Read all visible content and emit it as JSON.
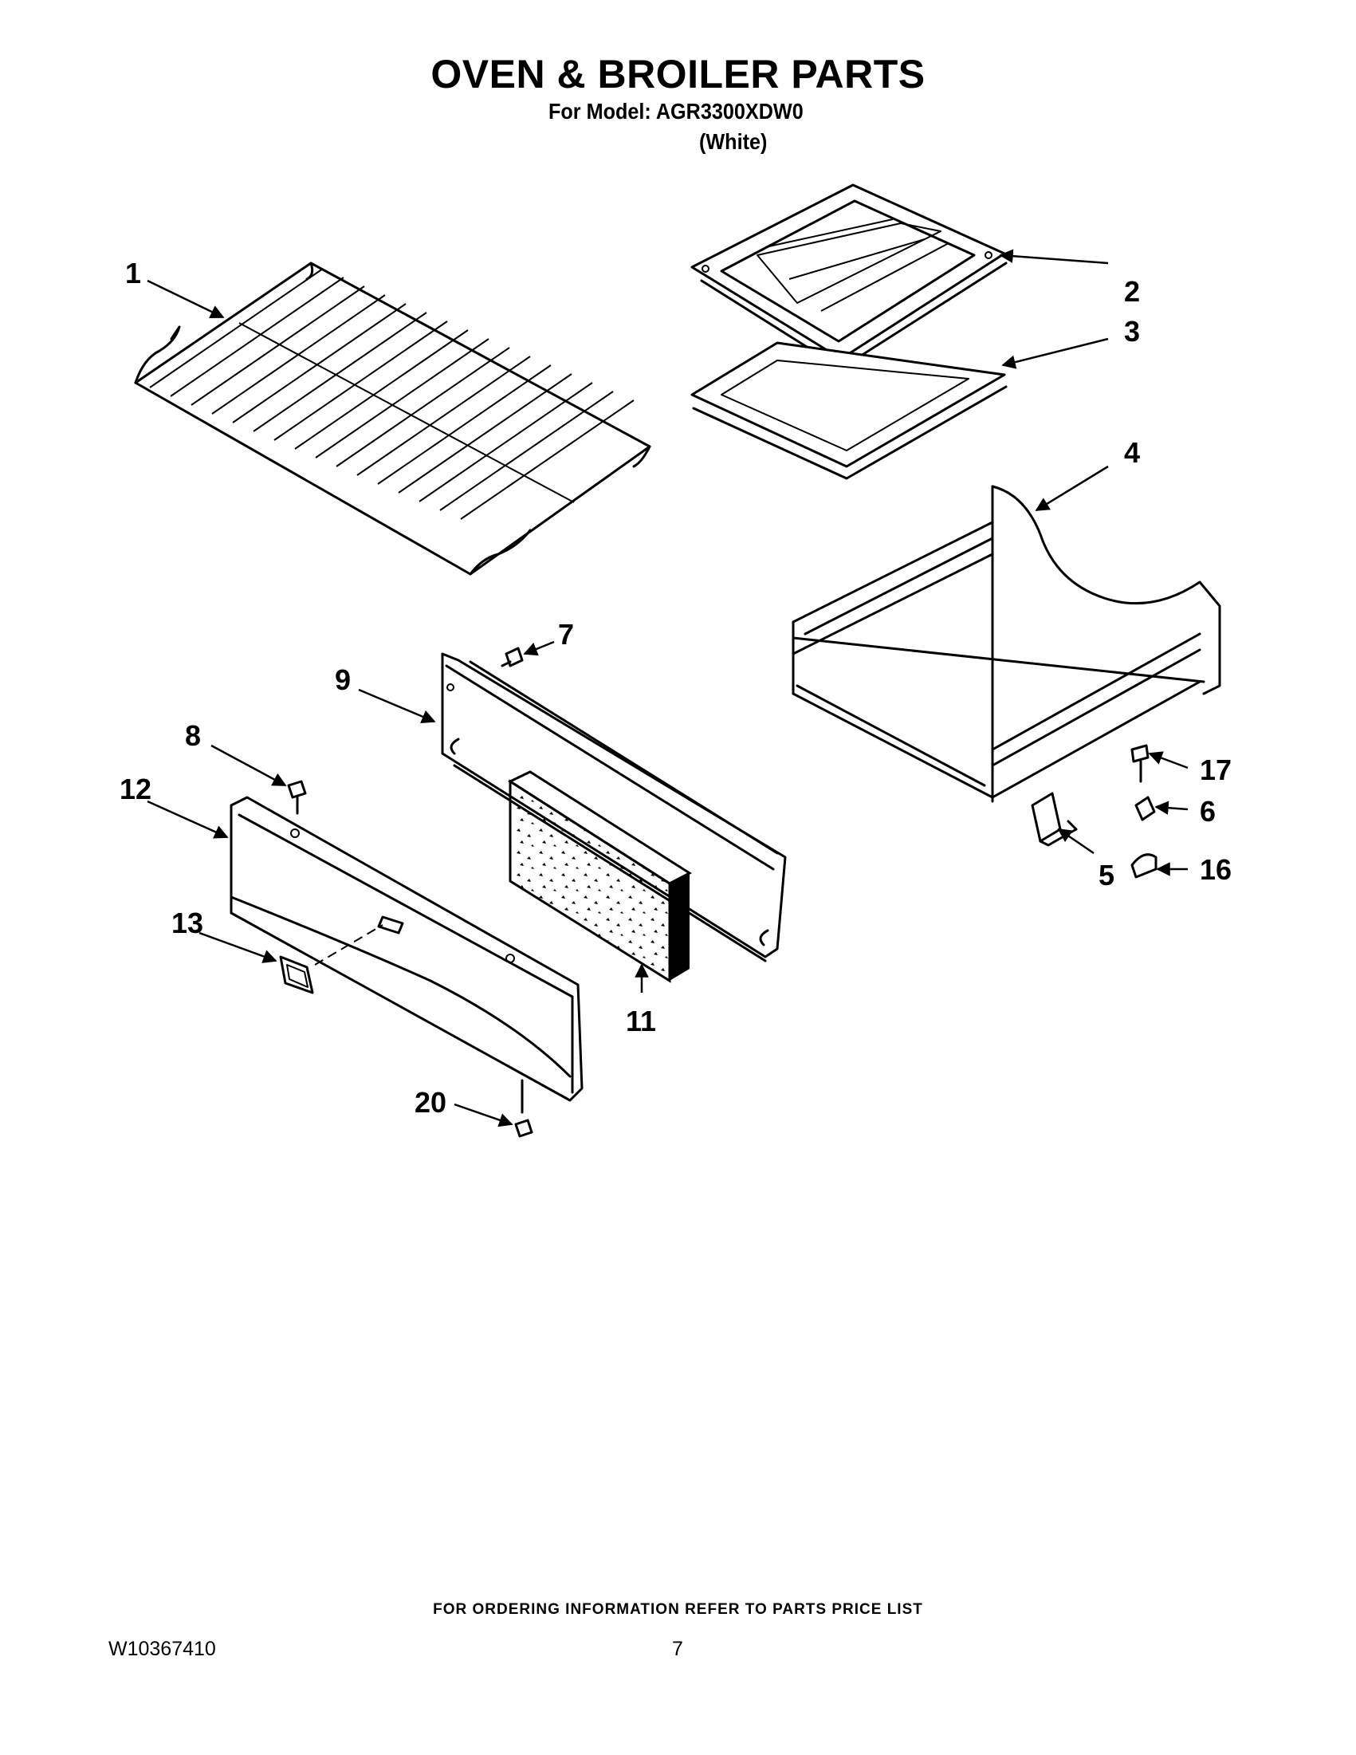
{
  "header": {
    "title": "OVEN & BROILER PARTS",
    "model_line": "For Model: AGR3300XDW0",
    "color_line": "(White)"
  },
  "callouts": [
    "1",
    "2",
    "3",
    "4",
    "5",
    "6",
    "7",
    "8",
    "9",
    "11",
    "12",
    "13",
    "16",
    "17",
    "20"
  ],
  "footer": {
    "order_info": "FOR ORDERING INFORMATION REFER TO PARTS PRICE LIST",
    "doc_number": "W10367410",
    "page_number": "7"
  }
}
